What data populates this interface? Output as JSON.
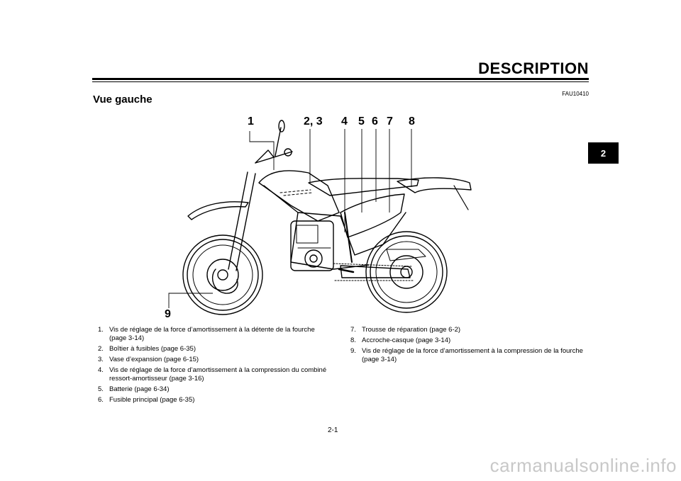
{
  "header": {
    "title": "DESCRIPTION",
    "code": "FAU10410"
  },
  "section": {
    "heading": "Vue gauche"
  },
  "chapter_tab": {
    "label": "2"
  },
  "figure": {
    "callouts": [
      "1",
      "2, 3",
      "4",
      "5",
      "6",
      "7",
      "8",
      "9"
    ]
  },
  "list_left": [
    {
      "num": "1.",
      "text": "Vis de réglage de la force d’amortissement à la détente de la fourche (page 3-14)"
    },
    {
      "num": "2.",
      "text": "Boîtier à fusibles (page 6-35)"
    },
    {
      "num": "3.",
      "text": "Vase d’expansion (page 6-15)"
    },
    {
      "num": "4.",
      "text": "Vis de réglage de la force d’amortissement à la compression du combiné ressort-amortisseur (page 3-16)"
    },
    {
      "num": "5.",
      "text": "Batterie (page 6-34)"
    },
    {
      "num": "6.",
      "text": "Fusible principal (page 6-35)"
    }
  ],
  "list_right": [
    {
      "num": "7.",
      "text": "Trousse de réparation (page 6-2)"
    },
    {
      "num": "8.",
      "text": "Accroche-casque (page 3-14)"
    },
    {
      "num": "9.",
      "text": "Vis de réglage de la force d’amortissement à la compression de la fourche (page 3-14)"
    }
  ],
  "footer": {
    "page_number": "2-1",
    "watermark": "carmanualsonline.info"
  }
}
